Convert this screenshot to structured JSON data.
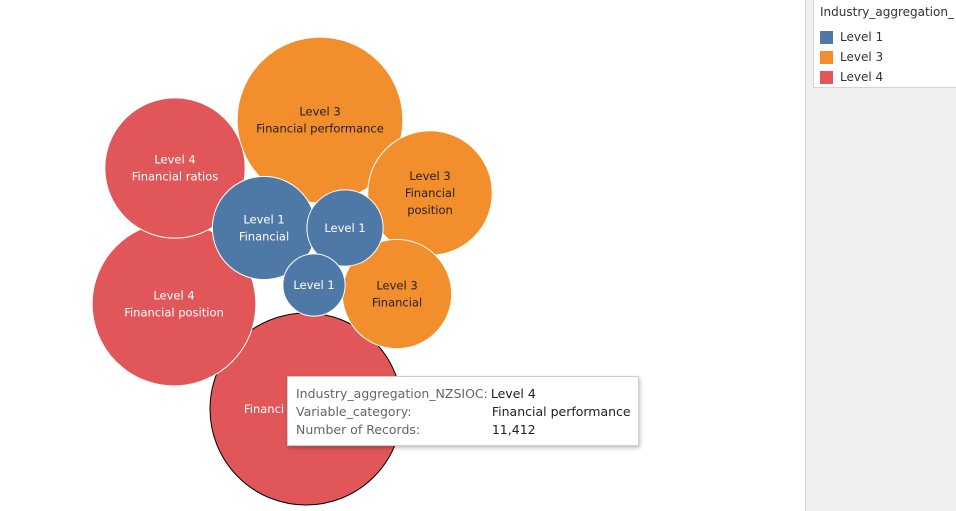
{
  "chart_data": {
    "type": "packed-bubble",
    "title": "",
    "size_measure": "Number of Records",
    "color_field": "Industry_aggregation_NZSIOC",
    "label_fields": [
      "Industry_aggregation_NZSIOC",
      "Variable_category"
    ],
    "series": [
      {
        "name": "Level 1",
        "color": "#4e79a7"
      },
      {
        "name": "Level 3",
        "color": "#f28e2b"
      },
      {
        "name": "Level 4",
        "color": "#e15759"
      }
    ],
    "bubbles": [
      {
        "level": "Level 4",
        "category": "Financial performance",
        "value": 11412,
        "label_lines": [
          "Financi"
        ],
        "selected": true
      },
      {
        "level": "Level 3",
        "category": "Financial performance",
        "value": 8500,
        "label_lines": [
          "Level 3",
          "Financial performance"
        ]
      },
      {
        "level": "Level 4",
        "category": "Financial position",
        "value": 8300,
        "label_lines": [
          "Level 4",
          "Financial position"
        ]
      },
      {
        "level": "Level 4",
        "category": "Financial ratios",
        "value": 6100,
        "label_lines": [
          "Level 4",
          "Financial ratios"
        ]
      },
      {
        "level": "Level 3",
        "category": "Financial position",
        "value": 4800,
        "label_lines": [
          "Level 3",
          "Financial",
          "position"
        ]
      },
      {
        "level": "Level 3",
        "category": "Financial",
        "value": 3700,
        "label_lines": [
          "Level 3",
          "Financial"
        ]
      },
      {
        "level": "Level 1",
        "category": "Financial",
        "value": 3300,
        "label_lines": [
          "Level 1",
          "Financial"
        ]
      },
      {
        "level": "Level 1",
        "category": "",
        "value": 1800,
        "label_lines": [
          "Level 1"
        ]
      },
      {
        "level": "Level 1",
        "category": "",
        "value": 1200,
        "label_lines": [
          "Level 1"
        ]
      }
    ]
  },
  "legend": {
    "title": "Industry_aggregation_...",
    "items": [
      {
        "label": "Level 1",
        "color": "#4e79a7"
      },
      {
        "label": "Level 3",
        "color": "#f28e2b"
      },
      {
        "label": "Level 4",
        "color": "#e15759"
      }
    ]
  },
  "tooltip": {
    "rows": [
      {
        "key": "Industry_aggregation_NZSIOC:",
        "value": "Level 4"
      },
      {
        "key": "Variable_category:",
        "value": "Financial performance"
      },
      {
        "key": "Number of Records:",
        "value": "11,412"
      }
    ]
  }
}
